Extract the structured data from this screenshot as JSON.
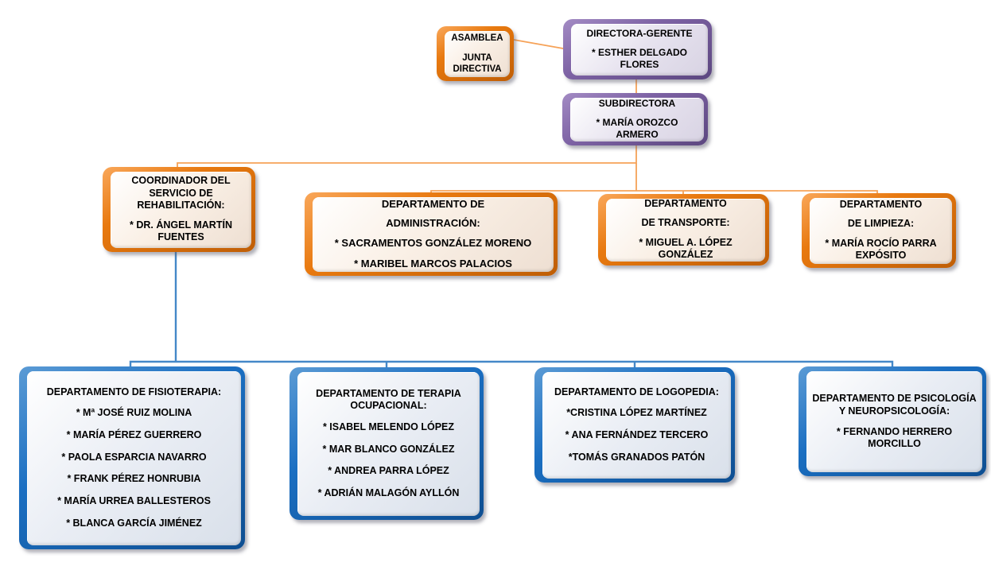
{
  "diagram": {
    "type": "org-chart",
    "nodes": {
      "asamblea": {
        "variant": "orange",
        "titles": [
          "ASAMBLEA",
          "JUNTA DIRECTIVA"
        ],
        "members": []
      },
      "directora": {
        "variant": "purple",
        "titles": [
          "DIRECTORA-GERENTE"
        ],
        "members": [
          "* ESTHER DELGADO FLORES"
        ]
      },
      "subdirectora": {
        "variant": "purple",
        "titles": [
          "SUBDIRECTORA"
        ],
        "members": [
          "* MARÍA OROZCO ARMERO"
        ]
      },
      "coordinador": {
        "variant": "orange",
        "titles": [
          "COORDINADOR DEL SERVICIO DE REHABILITACIÓN:"
        ],
        "members": [
          "* DR. ÁNGEL MARTÍN FUENTES"
        ]
      },
      "administracion": {
        "variant": "orange",
        "titles": [
          "DEPARTAMENTO DE",
          "ADMINISTRACIÓN:"
        ],
        "members": [
          "* SACRAMENTOS GONZÁLEZ MORENO",
          "* MARIBEL MARCOS PALACIOS"
        ]
      },
      "transporte": {
        "variant": "orange",
        "titles": [
          "DEPARTAMENTO",
          "DE TRANSPORTE:"
        ],
        "members": [
          "* MIGUEL A. LÓPEZ GONZÁLEZ"
        ]
      },
      "limpieza": {
        "variant": "orange",
        "titles": [
          "DEPARTAMENTO",
          "DE LIMPIEZA:"
        ],
        "members": [
          "* MARÍA ROCÍO PARRA EXPÓSITO"
        ]
      },
      "fisioterapia": {
        "variant": "blue",
        "titles": [
          "DEPARTAMENTO DE FISIOTERAPIA:"
        ],
        "members": [
          "* Mª JOSÉ RUIZ MOLINA",
          "* MARÍA PÉREZ GUERRERO",
          "* PAOLA ESPARCIA NAVARRO",
          "* FRANK PÉREZ HONRUBIA",
          "* MARÍA URREA BALLESTEROS",
          "* BLANCA GARCÍA JIMÉNEZ"
        ]
      },
      "terapia_ocupacional": {
        "variant": "blue",
        "titles": [
          "DEPARTAMENTO DE TERAPIA OCUPACIONAL:"
        ],
        "members": [
          "* ISABEL MELENDO LÓPEZ",
          "* MAR BLANCO GONZÁLEZ",
          "* ANDREA PARRA LÓPEZ",
          "* ADRIÁN MALAGÓN AYLLÓN"
        ]
      },
      "logopedia": {
        "variant": "blue",
        "titles": [
          "DEPARTAMENTO DE LOGOPEDIA:"
        ],
        "members": [
          "*CRISTINA LÓPEZ MARTÍNEZ",
          "* ANA FERNÁNDEZ TERCERO",
          "*TOMÁS GRANADOS PATÓN"
        ]
      },
      "psicologia": {
        "variant": "blue",
        "titles": [
          "DEPARTAMENTO DE PSICOLOGÍA Y NEUROPSICOLOGÍA:"
        ],
        "members": [
          "* FERNANDO HERRERO MORCILLO"
        ]
      }
    },
    "edges": [
      {
        "from": "asamblea",
        "to": "directora"
      },
      {
        "from": "directora",
        "to": "subdirectora"
      },
      {
        "from": "subdirectora",
        "to": "coordinador"
      },
      {
        "from": "subdirectora",
        "to": "administracion"
      },
      {
        "from": "subdirectora",
        "to": "transporte"
      },
      {
        "from": "subdirectora",
        "to": "limpieza"
      },
      {
        "from": "coordinador",
        "to": "fisioterapia"
      },
      {
        "from": "coordinador",
        "to": "terapia_ocupacional"
      },
      {
        "from": "coordinador",
        "to": "logopedia"
      },
      {
        "from": "coordinador",
        "to": "psicologia"
      }
    ],
    "colors": {
      "frame_orange": "#E8790F",
      "fill_orange": "#FAF0E6",
      "frame_purple": "#7D62A4",
      "fill_purple": "#E7E3EF",
      "frame_blue": "#1B6FC2",
      "fill_blue": "#E9EDF4",
      "line_orange": "#F6A258",
      "line_blue": "#4488C8"
    }
  }
}
